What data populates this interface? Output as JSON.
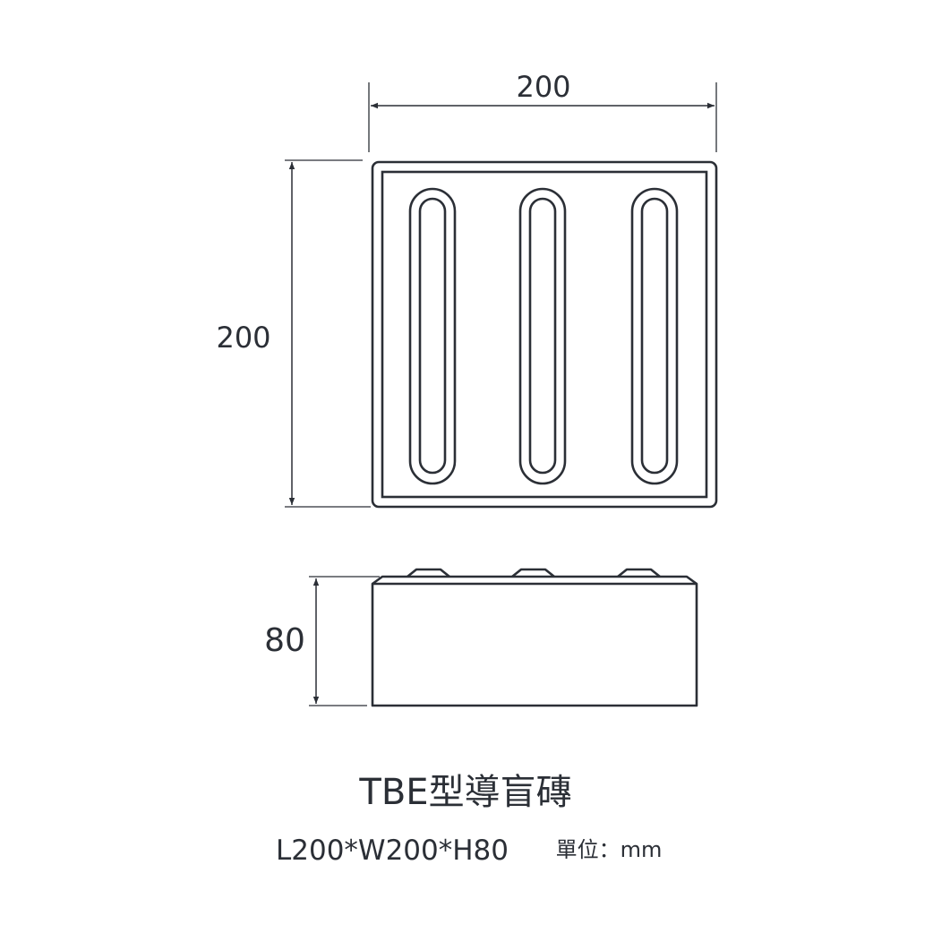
{
  "dimensions": {
    "width_label": "200",
    "length_label": "200",
    "height_label": "80"
  },
  "title": "TBE型導盲磚",
  "spec": "L200*W200*H80",
  "unit": "單位：mm",
  "colors": {
    "line": "#2b2f36",
    "background": "#ffffff"
  }
}
